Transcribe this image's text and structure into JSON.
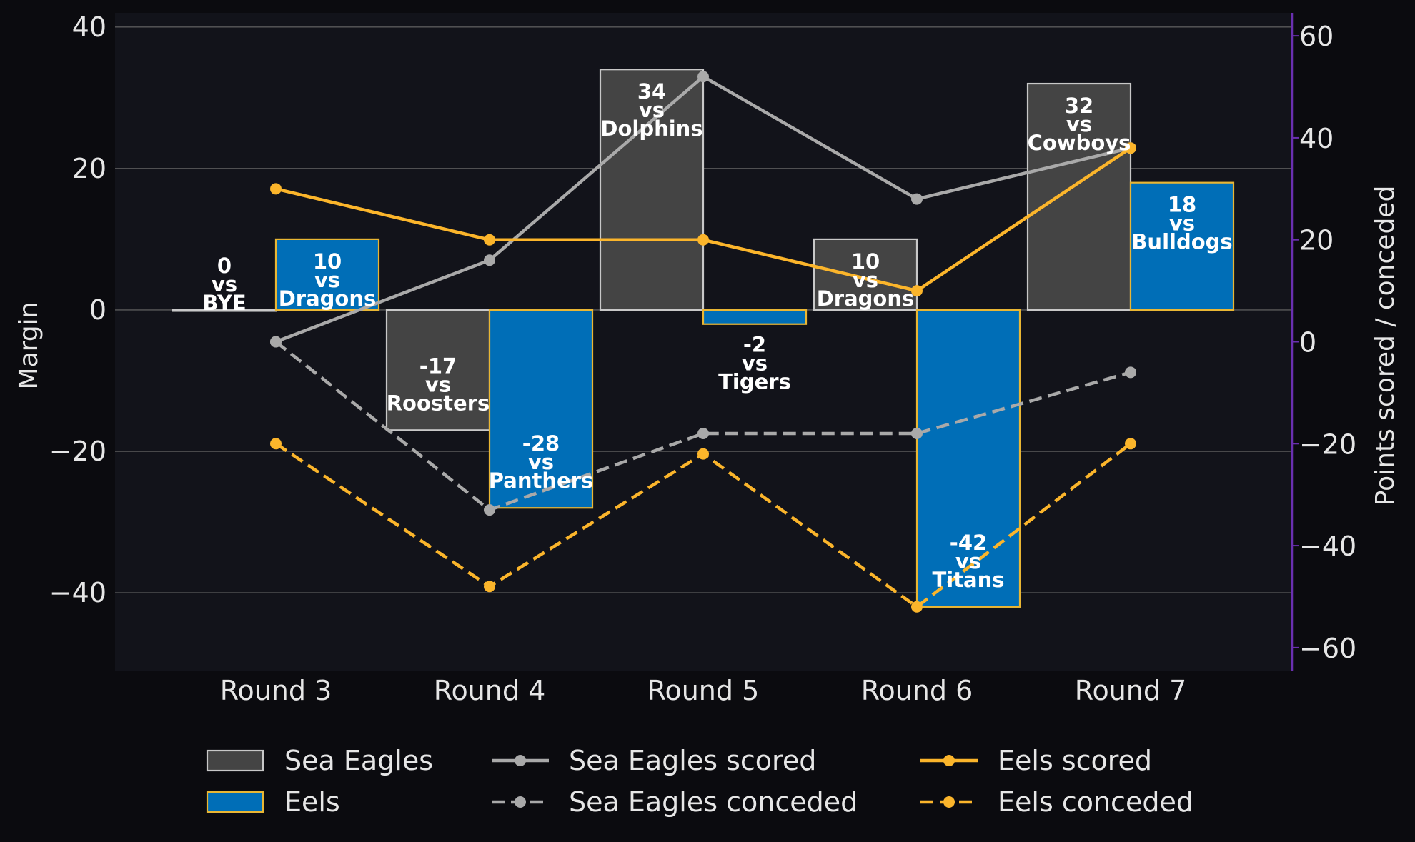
{
  "chart_data": {
    "type": "bar",
    "categories": [
      "Round 3",
      "Round 4",
      "Round 5",
      "Round 6",
      "Round 7"
    ],
    "left_axis": {
      "label": "Margin",
      "range": [
        -51,
        42
      ],
      "ticks": [
        40,
        20,
        0,
        -20,
        -40
      ],
      "tick_labels": [
        "40",
        "20",
        "0",
        "−20",
        "−40"
      ]
    },
    "right_axis": {
      "label": "Points scored / conceded",
      "range": [
        -64.5,
        64.5
      ],
      "ticks": [
        60,
        40,
        20,
        0,
        -20,
        -40,
        -60
      ],
      "tick_labels": [
        "60",
        "40",
        "20",
        "0",
        "−20",
        "−40",
        "−60"
      ]
    },
    "grid": true,
    "bar_series": [
      {
        "name": "Sea Eagles",
        "values": [
          0,
          -17,
          34,
          10,
          32
        ],
        "labels": [
          "0\nvs\nBYE",
          "-17\nvs\nRoosters",
          "34\nvs\nDolphins",
          "10\nvs\nDragons",
          "32\nvs\nCowboys"
        ],
        "fill": "#444444",
        "edge": "#c8c8c8"
      },
      {
        "name": "Eels",
        "values": [
          10,
          -28,
          -2,
          -42,
          18
        ],
        "labels": [
          "10\nvs\nDragons",
          "-28\nvs\nPanthers",
          "-2\nvs\nTigers",
          "-42\nvs\nTitans",
          "18\nvs\nBulldogs"
        ],
        "fill": "#006eb7",
        "edge": "#e9b634"
      }
    ],
    "line_series": [
      {
        "name": "Sea Eagles scored",
        "values": [
          0,
          16,
          52,
          28,
          38
        ],
        "color": "#a9a9a9",
        "dash": "solid"
      },
      {
        "name": "Sea Eagles conceded",
        "values": [
          0,
          -33,
          -18,
          -18,
          -6
        ],
        "color": "#a9a9a9",
        "dash": "dashed"
      },
      {
        "name": "Eels scored",
        "values": [
          30,
          20,
          20,
          10,
          38
        ],
        "color": "#fbb52b",
        "dash": "solid"
      },
      {
        "name": "Eels conceded",
        "values": [
          -20,
          -48,
          -22,
          -52,
          -20
        ],
        "color": "#fbb52b",
        "dash": "dashed"
      }
    ],
    "legend": {
      "placement": "bottom",
      "entries": [
        "Sea Eagles",
        "Eels",
        "Sea Eagles scored",
        "Sea Eagles conceded",
        "Eels scored",
        "Eels conceded"
      ]
    },
    "colors": {
      "background": "#0b0b0f",
      "plot_background": "#12131a",
      "grid": "#5a5a5a",
      "right_spine": "#6a2fb0"
    }
  }
}
